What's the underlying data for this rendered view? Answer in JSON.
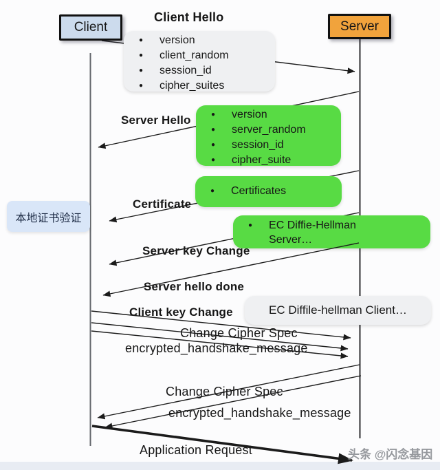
{
  "diagram": {
    "actors": {
      "client": "Client",
      "server": "Server"
    },
    "client_hello": {
      "label": "Client Hello",
      "params": [
        "version",
        "client_random",
        "session_id",
        "cipher_suites"
      ]
    },
    "server_hello": {
      "label": "Server Hello",
      "params": [
        "version",
        "server_random",
        "session_id",
        "cipher_suite"
      ]
    },
    "certificate": {
      "label": "Certificate",
      "params": [
        "Certificates"
      ],
      "note": "本地证书验证"
    },
    "server_key_change": {
      "label": "Server key Change",
      "params": [
        "EC Diffie-Hellman\nServer…"
      ]
    },
    "server_hello_done": {
      "label": "Server hello done"
    },
    "client_key_change": {
      "label": "Client key Change",
      "detail": "EC Diffile-hellman Client…"
    },
    "change_cipher_spec_client": "Change Cipher Spec",
    "encrypted_handshake_client": "encrypted_handshake_message",
    "change_cipher_spec_server": "Change Cipher Spec",
    "encrypted_handshake_server": "encrypted_handshake_message",
    "application_request": "Application Request",
    "watermark": "头条 @闪念基因",
    "colors": {
      "highlight_green": "#58db44",
      "client_fill": "#ccdbed",
      "server_fill": "#f1a33c",
      "note_fill": "#d9e6f8",
      "panel_gray": "#eff0f2",
      "line": "#1b1b1b"
    }
  }
}
